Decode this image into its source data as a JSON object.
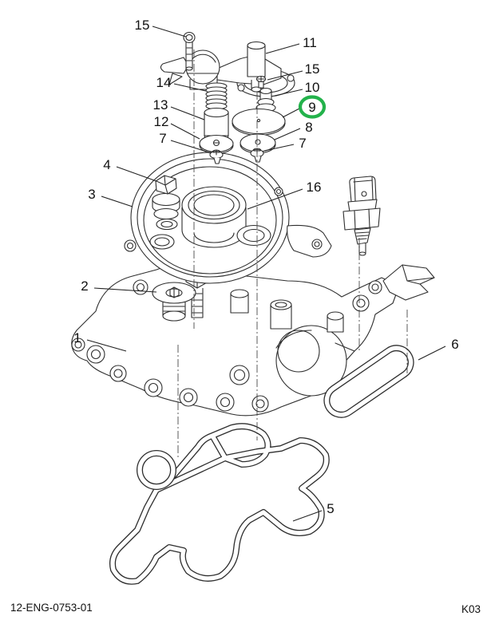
{
  "page": {
    "background": "#ffffff",
    "line_color": "#2e2e2e",
    "highlight_color": "#23b24b"
  },
  "footer": {
    "figure_code": "12-ENG-0753-01",
    "page_code": "K03"
  },
  "diagram": {
    "type": "exploded-parts-diagram",
    "selected_callout": "9",
    "callouts": [
      {
        "label": "15"
      },
      {
        "label": "11"
      },
      {
        "label": "14"
      },
      {
        "label": "15"
      },
      {
        "label": "10"
      },
      {
        "label": "13"
      },
      {
        "label": "9",
        "highlighted": true
      },
      {
        "label": "12"
      },
      {
        "label": "8"
      },
      {
        "label": "7"
      },
      {
        "label": "7"
      },
      {
        "label": "4"
      },
      {
        "label": "3"
      },
      {
        "label": "16"
      },
      {
        "label": "2"
      },
      {
        "label": "1"
      },
      {
        "label": "6"
      },
      {
        "label": "5"
      }
    ]
  }
}
